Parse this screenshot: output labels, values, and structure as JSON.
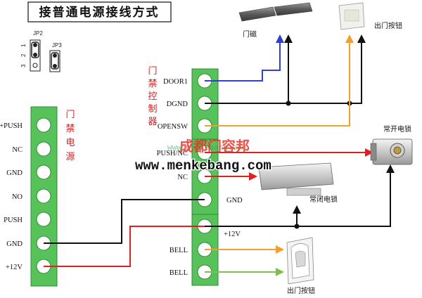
{
  "title": "接普通电源接线方式",
  "jumpers": {
    "jp2": "JP2",
    "jp3": "JP3",
    "pins": [
      "3",
      "2",
      "1"
    ]
  },
  "power_supply": {
    "label": "门禁电源",
    "terminals": [
      "+PUSH",
      "NC",
      "GND",
      "NO",
      "PUSH",
      "GND",
      "+12V"
    ]
  },
  "controller": {
    "label": "门禁控制器",
    "top_terminals": [
      "DOOR1",
      "DGND",
      "OPENSW"
    ],
    "middle_terminals": [
      "PUSH/NC",
      "NC",
      "GND"
    ],
    "bottom_terminals": [
      "+12V",
      "BELL",
      "BELL"
    ]
  },
  "devices": {
    "door_sensor": "门磁",
    "exit_button_top": "出门按钮",
    "normally_open_lock": "常开电锁",
    "normally_closed_lock": "常闭电锁",
    "exit_button_bottom": "出门按钮"
  },
  "watermark": {
    "site_name": "成都门容邦",
    "url": "www.menkebang.com",
    "faint_url": "www.menkebang.com"
  },
  "colors": {
    "terminal_green": "#57c25a",
    "wire_blue": "#2f3fd0",
    "wire_orange": "#f0a030",
    "wire_red": "#e02020",
    "wire_green": "#7fbf50",
    "wire_black": "#111111"
  }
}
